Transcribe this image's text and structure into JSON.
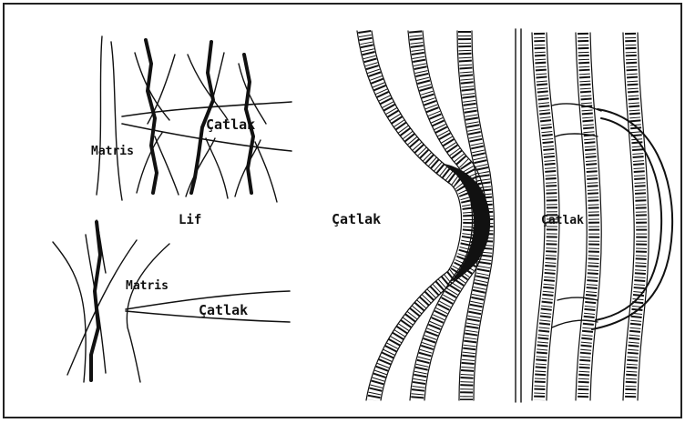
{
  "labels": {
    "panel_a_crack": "Çatlak",
    "panel_a_matrix": "Matris",
    "panel_a_fiber": "Lif",
    "panel_b_matrix": "Matris",
    "panel_b_crack": "Çatlak",
    "panel_c_crack": "Çatlak",
    "panel_d_crack": "Çatlak"
  },
  "colors": {
    "ink": "#111111",
    "paper": "#ffffff",
    "frame": "#222222"
  }
}
